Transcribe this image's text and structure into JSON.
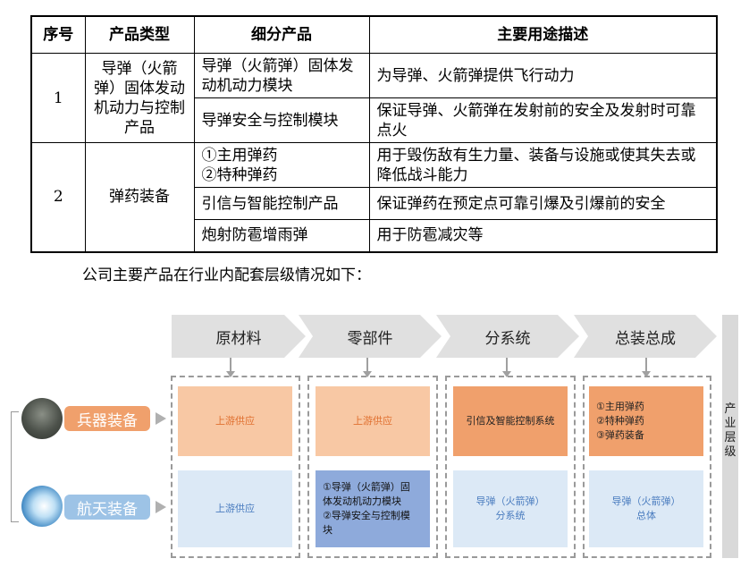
{
  "table": {
    "headers": [
      "序号",
      "产品类型",
      "细分产品",
      "主要用途描述"
    ],
    "groups": [
      {
        "index": "1",
        "type": "导弹（火箭弹）固体发动机动力与控制产品",
        "rows": [
          {
            "product": "导弹（火箭弹）固体发动机动力模块",
            "usage": "为导弹、火箭弹提供飞行动力"
          },
          {
            "product": "导弹安全与控制模块",
            "usage": "保证导弹、火箭弹在发射前的安全及发射时可靠点火"
          }
        ]
      },
      {
        "index": "2",
        "type": "弹药装备",
        "rows": [
          {
            "product": "①主用弹药\n②特种弹药",
            "usage": "用于毁伤敌有生力量、装备与设施或使其失去或降低战斗能力"
          },
          {
            "product": "引信与智能控制产品",
            "usage": "保证弹药在预定点可靠引爆及引爆前的安全"
          },
          {
            "product": "炮射防雹增雨弹",
            "usage": "用于防雹减灾等"
          }
        ]
      }
    ]
  },
  "paragraph": "公司主要产品在行业内配套层级情况如下：",
  "diagram": {
    "stages": [
      "原材料",
      "零部件",
      "分系统",
      "总装总成"
    ],
    "side_label": "产业层级",
    "categories": {
      "weapon": {
        "label": "兵器装备",
        "icon": "tank-icon"
      },
      "space": {
        "label": "航天装备",
        "icon": "missile-icon"
      }
    },
    "cells": {
      "weapon_raw": "上游供应",
      "weapon_parts": "上游供应",
      "weapon_sub": "引信及智能控制系统",
      "weapon_final_1": "①主用弹药",
      "weapon_final_2": "②特种弹药",
      "weapon_final_3": "③弹药装备",
      "space_raw": "上游供应",
      "space_parts_1": "①导弹（火箭弹）固",
      "space_parts_2": "体发动机动力模块",
      "space_parts_3": "②导弹安全与控制模",
      "space_parts_4": "块",
      "space_sub_1": "导弹（火箭弹）",
      "space_sub_2": "分系统",
      "space_final_1": "导弹（火箭弹）",
      "space_final_2": "总体"
    },
    "colors": {
      "orange_light": "#f8c8a4",
      "orange_dark": "#f0a06c",
      "blue_light": "#dce9f6",
      "blue_dark": "#8eaadb",
      "stage_gray": "#e0e0e0"
    }
  }
}
